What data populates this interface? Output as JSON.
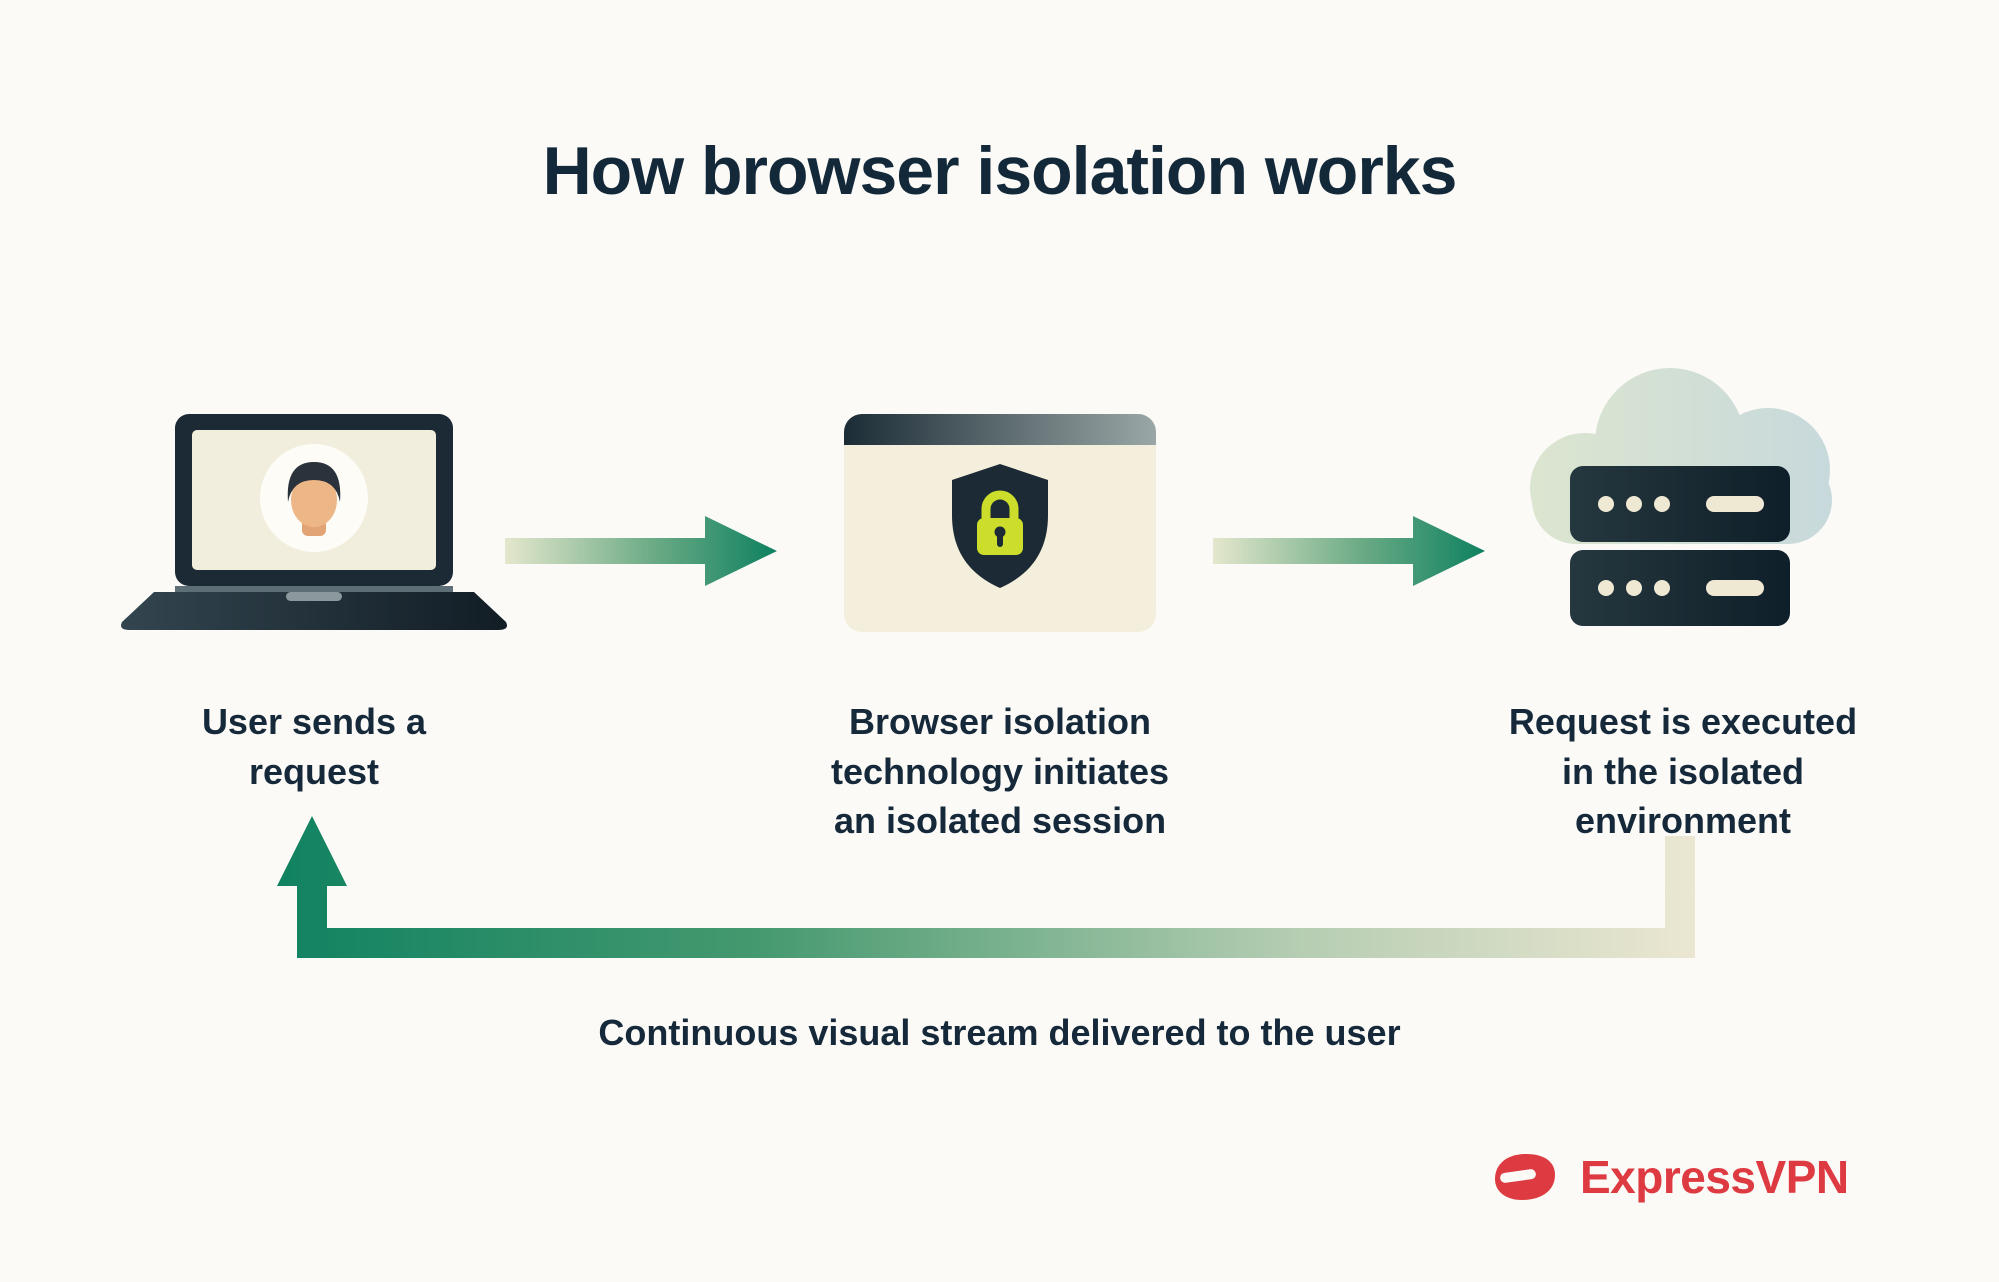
{
  "title": "How browser isolation works",
  "steps": [
    {
      "icon": "laptop-user-icon",
      "label": "User sends a\nrequest"
    },
    {
      "icon": "browser-shield-icon",
      "label": "Browser isolation\ntechnology initiates\nan isolated session"
    },
    {
      "icon": "cloud-server-icon",
      "label": "Request is executed\nin the isolated\nenvironment"
    }
  ],
  "arrows": [
    {
      "name": "arrow-step1-to-step2",
      "direction": "right"
    },
    {
      "name": "arrow-step2-to-step3",
      "direction": "right"
    },
    {
      "name": "feedback-arrow",
      "direction": "left-up",
      "caption": "Continuous visual stream delivered to the user"
    }
  ],
  "brand": {
    "name": "ExpressVPN",
    "color": "#dd3a41"
  },
  "colors": {
    "background": "#fbfaf7",
    "text_navy": "#15293a",
    "accent_teal": "#0e8160",
    "cream": "#f3efdc",
    "icon_navy": "#1b2a34",
    "lock_green": "#ccdd2b",
    "brand_red": "#dd3a41"
  }
}
